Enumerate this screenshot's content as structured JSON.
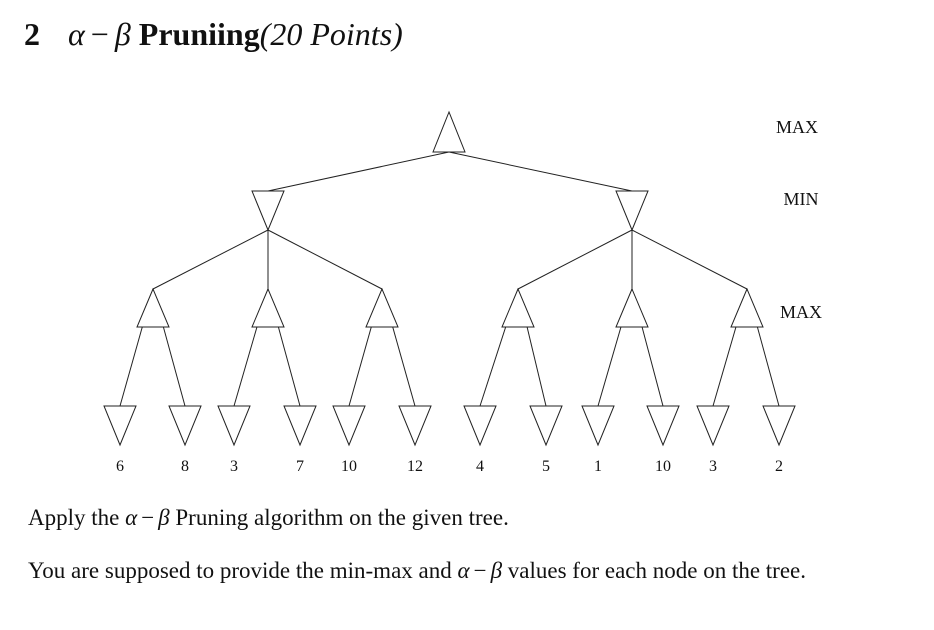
{
  "heading": {
    "number": "2",
    "alpha": "α",
    "minus": "−",
    "beta": "β",
    "title": "Pruniing",
    "points": "(20 Points)"
  },
  "level_labels": [
    "MAX",
    "MIN",
    "MAX"
  ],
  "leaf_values": [
    "6",
    "8",
    "3",
    "7",
    "10",
    "12",
    "4",
    "5",
    "1",
    "10",
    "3",
    "2"
  ],
  "paragraphs": {
    "p1": {
      "before": "Apply the",
      "alpha": "α",
      "minus": "−",
      "beta": "β",
      "after": "Pruning algorithm on the given tree."
    },
    "p2": {
      "before": "You are supposed to provide the min-max and",
      "alpha": "α",
      "minus": "−",
      "beta": "β",
      "after": "values for each node on the tree."
    }
  }
}
